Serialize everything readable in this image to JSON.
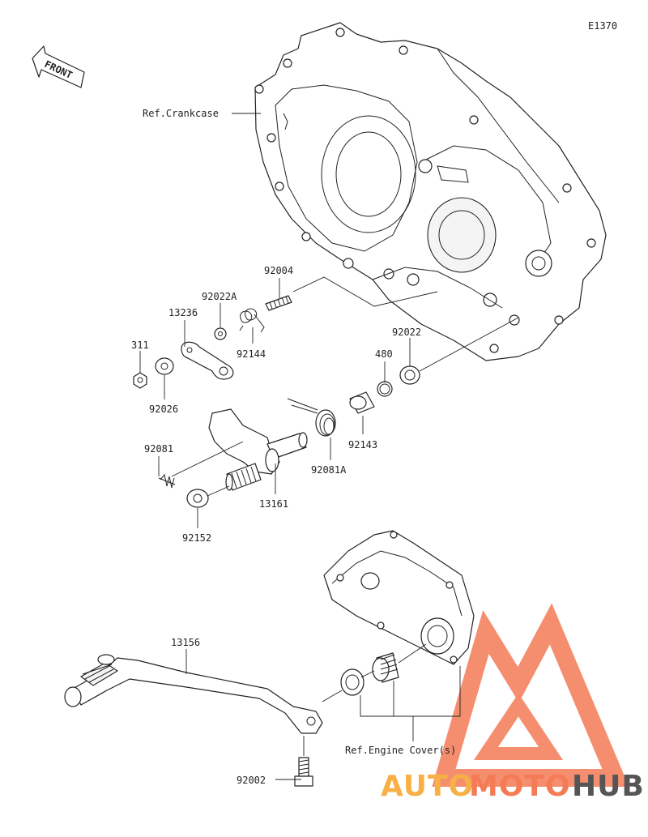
{
  "diagram_code": "E1370",
  "front_label": "FRONT",
  "refs": {
    "crankcase": "Ref.Crankcase",
    "engine_cover": "Ref.Engine Cover(s)"
  },
  "parts": {
    "p92004": "92004",
    "p92022A": "92022A",
    "p13236": "13236",
    "p92144": "92144",
    "p311": "311",
    "p92026": "92026",
    "p480": "480",
    "p92022": "92022",
    "p92081": "92081",
    "p92143": "92143",
    "p92081A": "92081A",
    "p13161": "13161",
    "p92152": "92152",
    "p13156": "13156",
    "p92002": "92002"
  },
  "watermark": {
    "auto": "AUTO",
    "moto": "MOTO",
    "hub": "HUB",
    "color_primary": "#f47b55",
    "color_secondary": "#f7b048",
    "color_dark": "#555555"
  }
}
